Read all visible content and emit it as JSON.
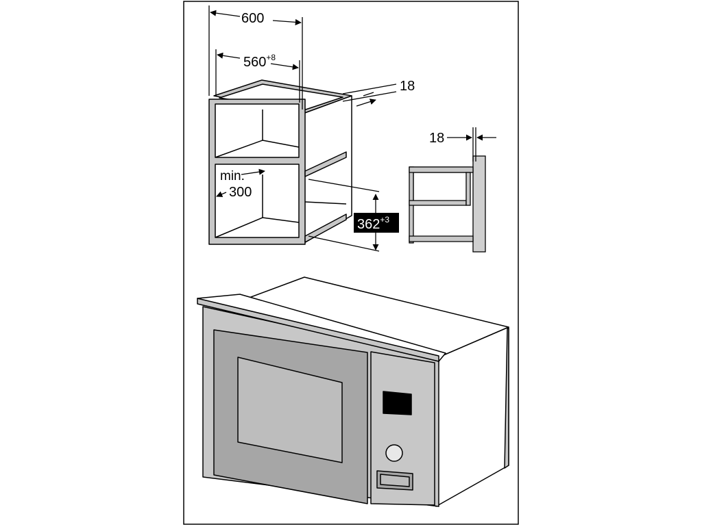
{
  "dimensions": {
    "width_outer": "600",
    "width_inner": "560",
    "width_inner_tolerance": "+8",
    "shelf_thickness_top": "18",
    "side_panel_thickness": "18",
    "min_label": "min.",
    "min_depth": "300",
    "niche_height": "362",
    "niche_height_tolerance": "+3"
  },
  "colors": {
    "frame_outline": "#000000",
    "panel_gray": "#c7c7c7",
    "door_gray": "#a6a6a6",
    "window_gray": "#bdbdbd",
    "wall_gray": "#cfcfcf",
    "badge_bg": "#000000",
    "badge_text": "#ffffff"
  }
}
